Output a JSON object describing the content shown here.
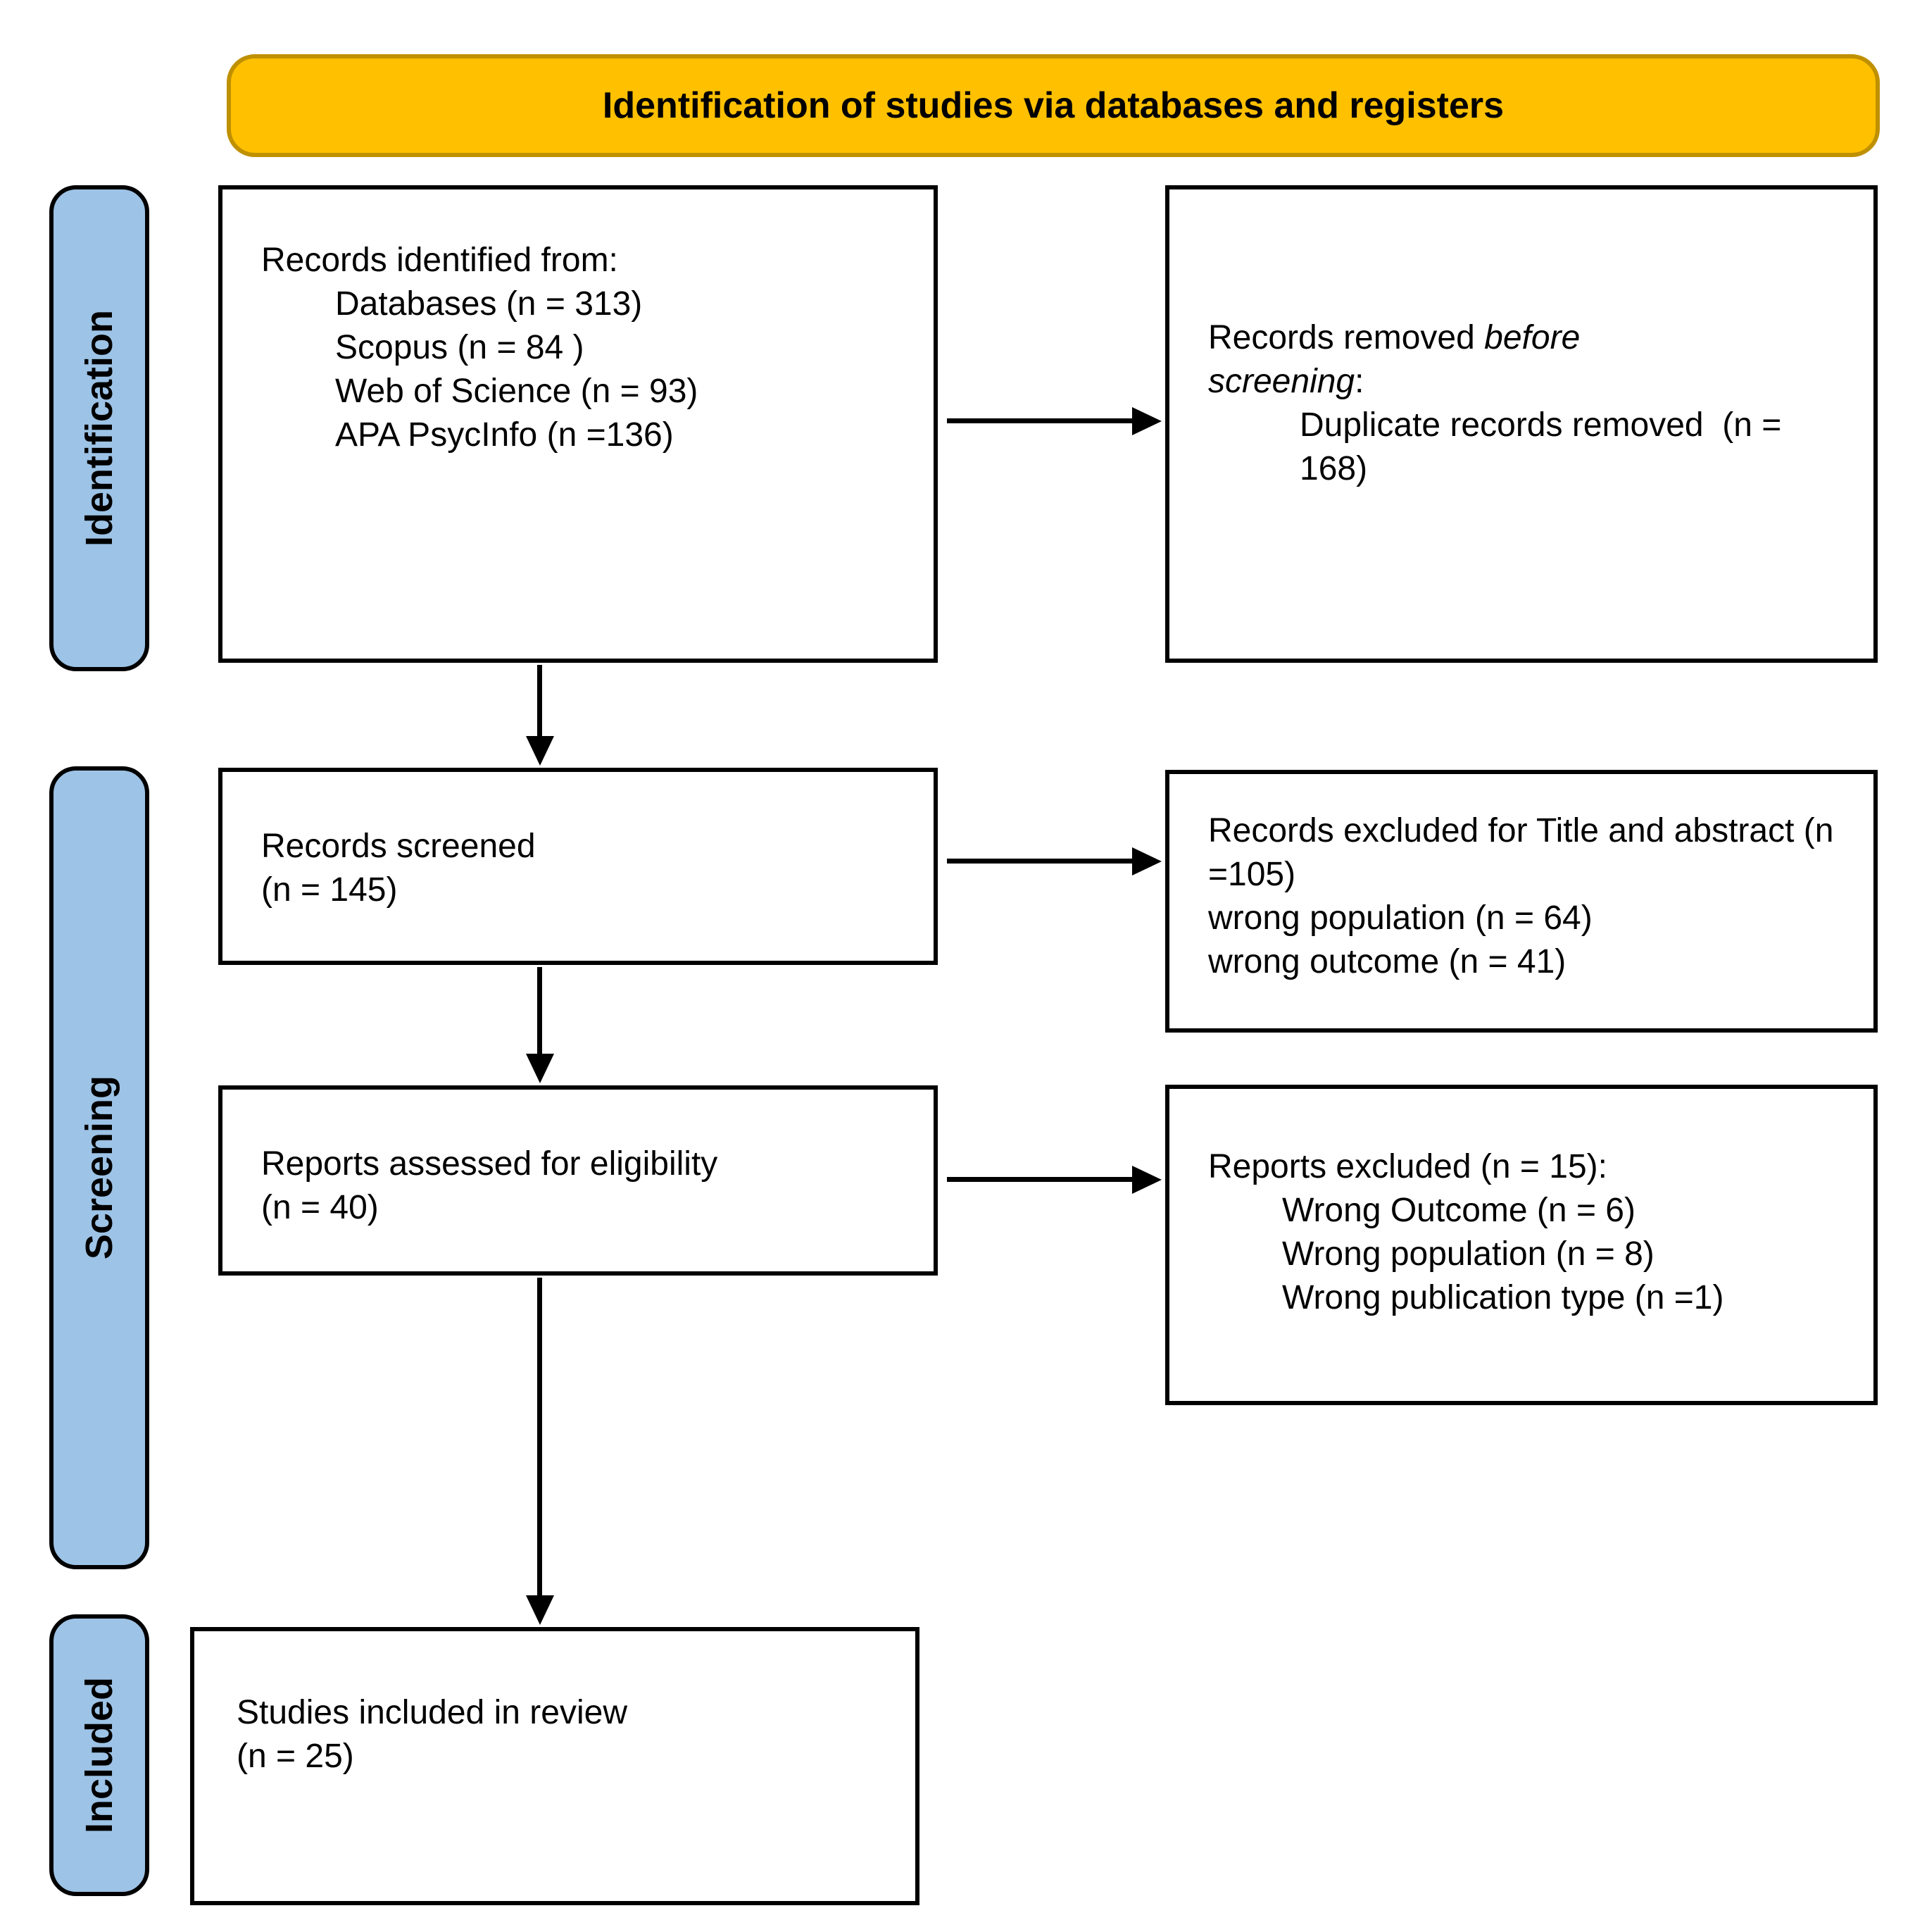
{
  "banner": {
    "title": "Identification of studies via databases and registers"
  },
  "colors": {
    "banner-fill": "#FFC000",
    "banner-border": "#BF9000",
    "stage-fill": "#9DC3E6",
    "line-color": "#000000"
  },
  "stages": [
    {
      "label": "Identification"
    },
    {
      "label": "Screening"
    },
    {
      "label": "Included"
    }
  ],
  "boxes": {
    "identified": {
      "title": "Records identified from:",
      "items": [
        "Databases (n = 313)",
        "Scopus (n = 84 )",
        "Web of Science (n = 93)",
        "APA PsycInfo (n =136)"
      ]
    },
    "removed": {
      "title_prefix": "Records removed ",
      "title_italic": "before screening",
      "title_suffix": ":",
      "items": [
        "Duplicate records removed  (n = 168)"
      ]
    },
    "screened": {
      "line1": "Records screened",
      "line2": "(n = 145)"
    },
    "excluded_screening": {
      "lines": [
        "Records excluded for Title and abstract (n =105)",
        "wrong population (n = 64)",
        "wrong outcome (n = 41)"
      ]
    },
    "assessed": {
      "line1": "Reports assessed for eligibility",
      "line2": "(n = 40)"
    },
    "excluded_reports": {
      "title": "Reports excluded (n = 15):",
      "items": [
        "Wrong Outcome (n = 6)",
        "Wrong population (n = 8)",
        "Wrong publication type (n =1)"
      ]
    },
    "included": {
      "line1": "Studies included in review",
      "line2": "(n = 25)"
    }
  }
}
